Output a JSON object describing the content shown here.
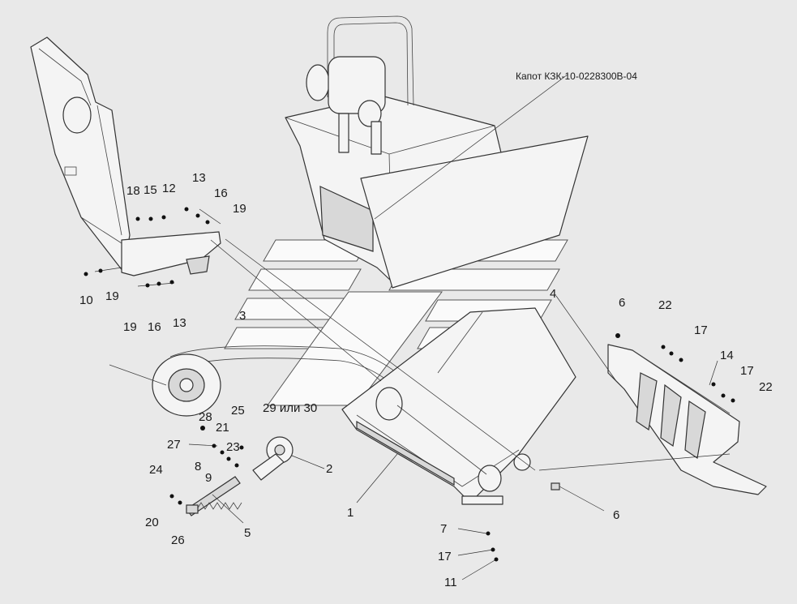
{
  "title_label": "Капот КЗК-10-0228300В-04",
  "alt_label": "29 или 30",
  "callouts": {
    "n1": "1",
    "n2": "2",
    "n3": "3",
    "n4": "4",
    "n5": "5",
    "n6a": "6",
    "n6b": "6",
    "n7": "7",
    "n8": "8",
    "n9": "9",
    "n10": "10",
    "n11": "11",
    "n12": "12",
    "n13a": "13",
    "n13b": "13",
    "n14": "14",
    "n15": "15",
    "n16a": "16",
    "n16b": "16",
    "n17a": "17",
    "n17b": "17",
    "n17c": "17",
    "n18": "18",
    "n19a": "19",
    "n19b": "19",
    "n19c": "19",
    "n20": "20",
    "n21": "21",
    "n22a": "22",
    "n22b": "22",
    "n23": "23",
    "n24": "24",
    "n25": "25",
    "n26": "26",
    "n27": "27",
    "n28": "28"
  },
  "colors": {
    "background": "#e9e9e9",
    "line": "#333333"
  }
}
